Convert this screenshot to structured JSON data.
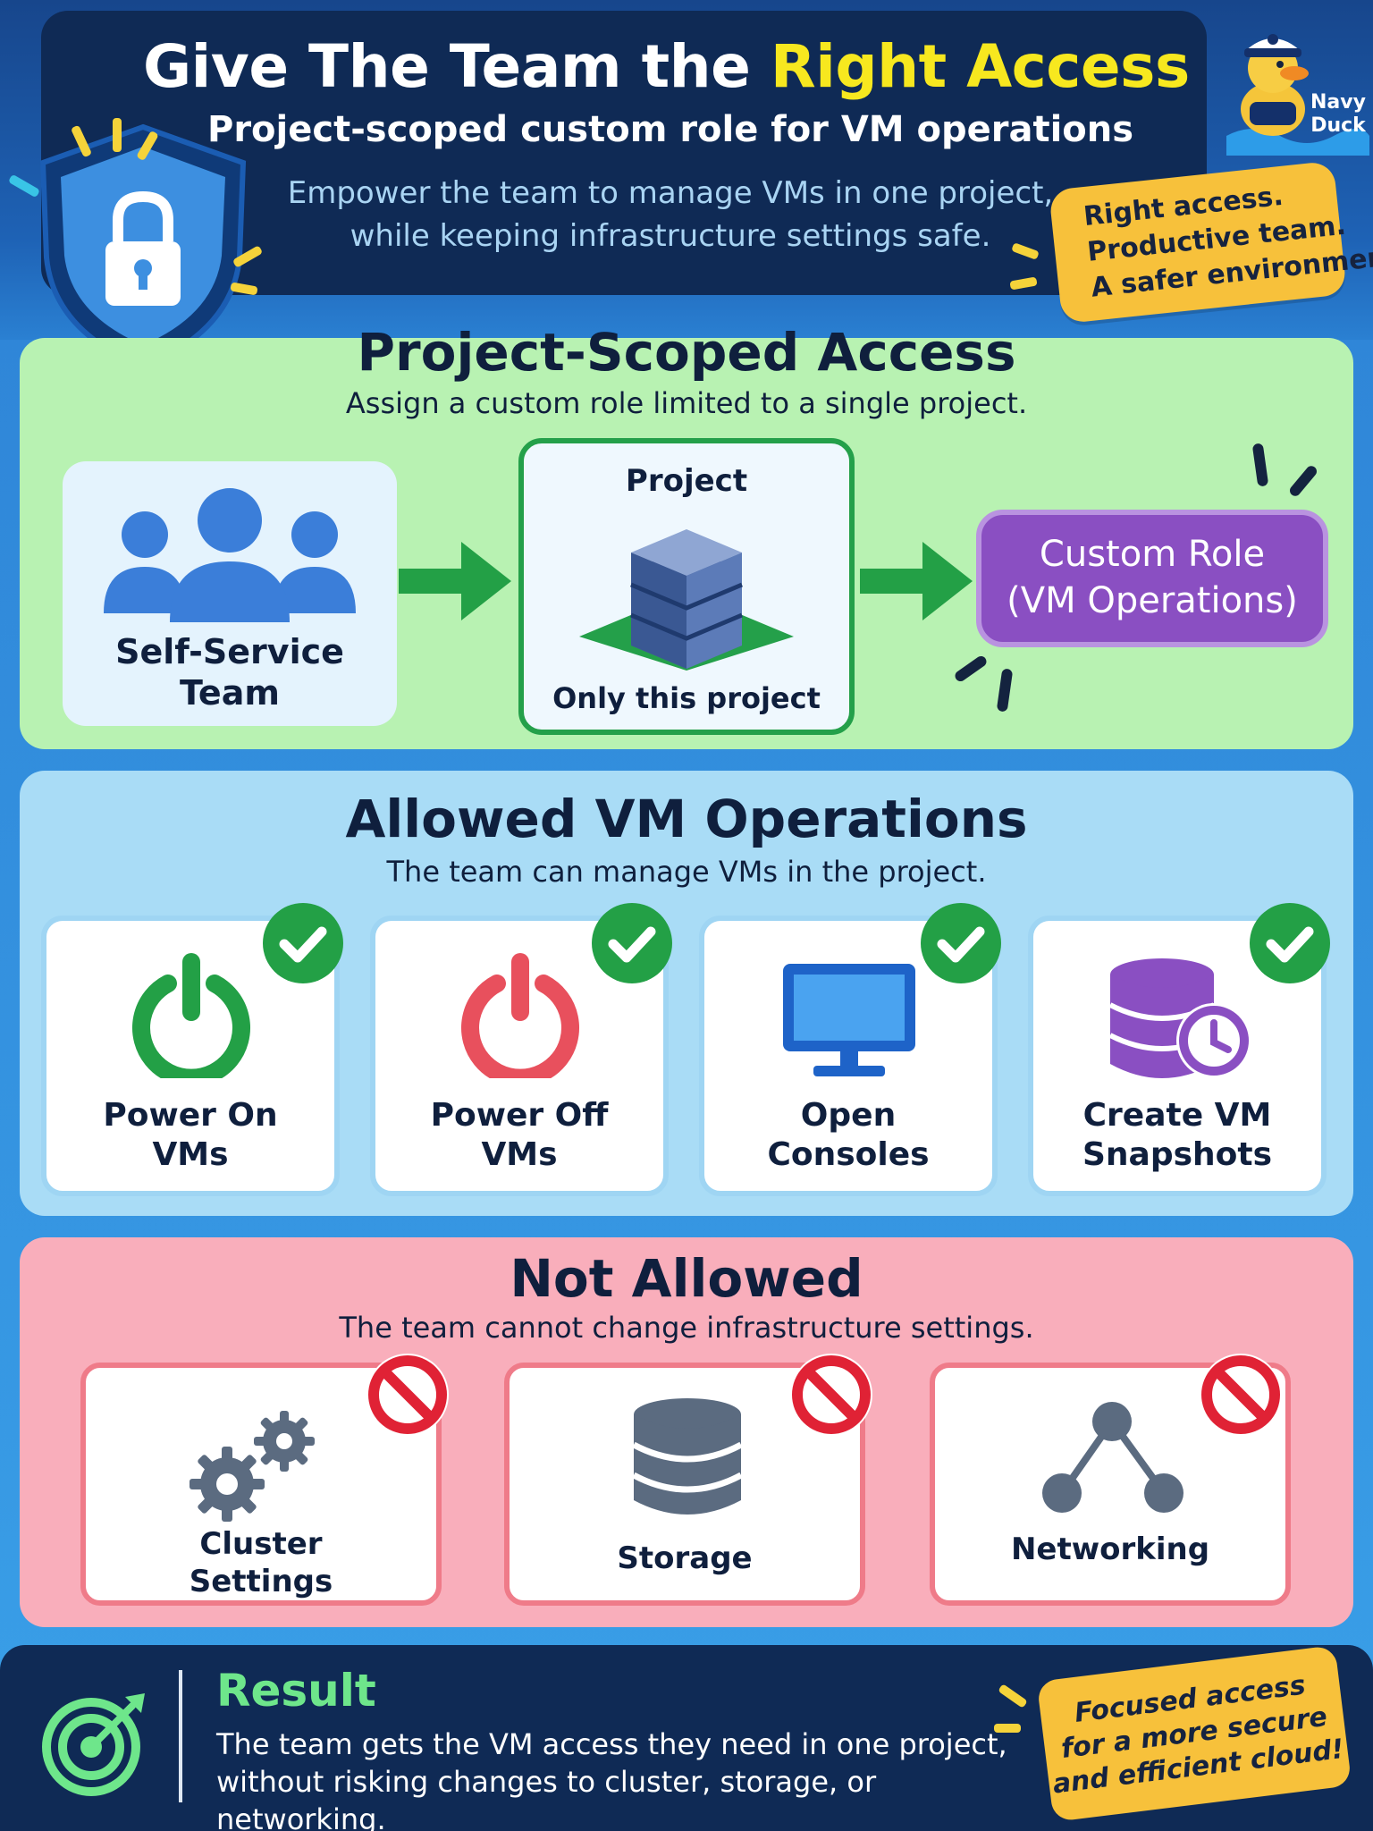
{
  "header": {
    "title_main": "Give The Team the ",
    "title_highlight": "Right Access",
    "subtitle": "Project-scoped custom role for VM operations",
    "description_line1": "Empower the team to manage VMs in one project,",
    "description_line2": "while keeping infrastructure settings safe.",
    "note_lines": [
      "Right access.",
      "Productive team.",
      "A safer environment."
    ],
    "mascot_line1": "Navy",
    "mascot_line2": "Duck"
  },
  "scope": {
    "title": "Project-Scoped Access",
    "subtitle": "Assign a custom role limited to a single project.",
    "team_label_line1": "Self-Service",
    "team_label_line2": "Team",
    "project_title": "Project",
    "project_caption": "Only this project",
    "role_line1": "Custom Role",
    "role_line2": "(VM Operations)"
  },
  "allowed": {
    "title": "Allowed VM Operations",
    "subtitle": "The team can manage VMs in the project.",
    "items": [
      {
        "line1": "Power On",
        "line2": "VMs",
        "icon": "power-on-icon"
      },
      {
        "line1": "Power Off",
        "line2": "VMs",
        "icon": "power-off-icon"
      },
      {
        "line1": "Open",
        "line2": "Consoles",
        "icon": "monitor-icon"
      },
      {
        "line1": "Create VM",
        "line2": "Snapshots",
        "icon": "snapshot-icon"
      }
    ]
  },
  "denied": {
    "title": "Not Allowed",
    "subtitle": "The team cannot change infrastructure settings.",
    "items": [
      {
        "line1": "Cluster",
        "line2": "Settings",
        "icon": "gears-icon"
      },
      {
        "line1": "Storage",
        "line2": "",
        "icon": "database-icon"
      },
      {
        "line1": "Networking",
        "line2": "",
        "icon": "network-icon"
      }
    ]
  },
  "result": {
    "title": "Result",
    "line1": "The team gets the VM access they need in one project,",
    "line2": "without risking changes to cluster, storage, or networking.",
    "note_lines": [
      "Focused access",
      "for a more secure",
      "and efficient cloud!"
    ]
  },
  "colors": {
    "allowed_green": "#23a046",
    "denied_red": "#e02235",
    "role_purple": "#8a4fc2",
    "highlight_yellow": "#f7e81f"
  }
}
